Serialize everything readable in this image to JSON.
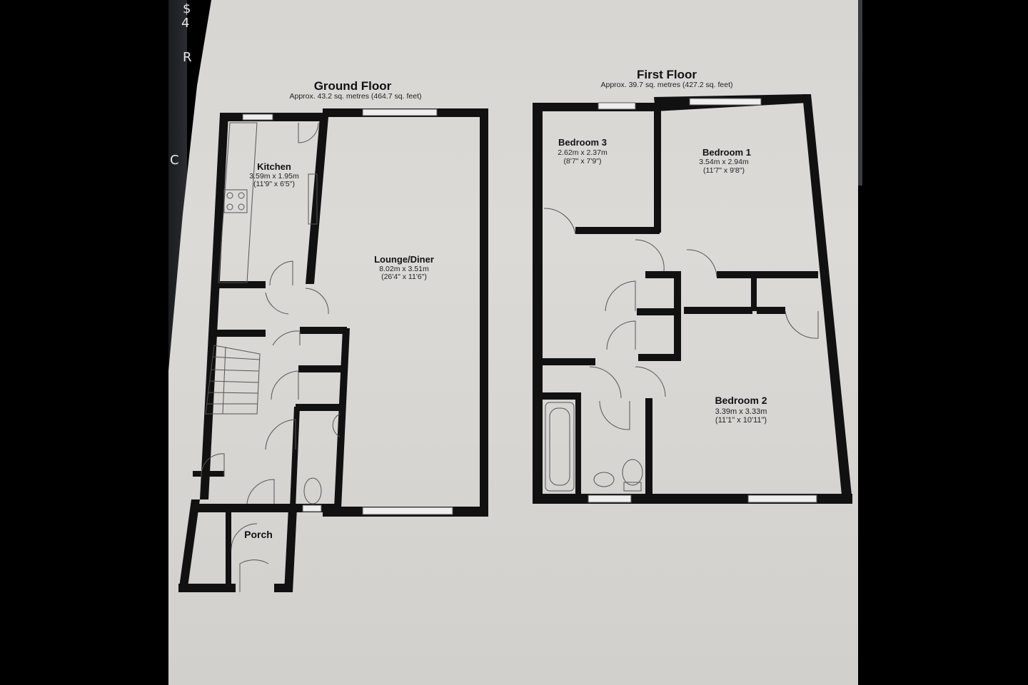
{
  "keyboard": {
    "keys": [
      "$",
      "4",
      "R",
      "C"
    ]
  },
  "ground_floor": {
    "title": "Ground Floor",
    "area": "Approx. 43.2 sq. metres (464.7 sq. feet)",
    "rooms": {
      "kitchen": {
        "name": "Kitchen",
        "metric": "3.59m x 1.95m",
        "imperial": "(11'9\" x 6'5\")"
      },
      "lounge": {
        "name": "Lounge/Diner",
        "metric": "8.02m x 3.51m",
        "imperial": "(26'4\" x 11'6\")"
      },
      "porch": {
        "name": "Porch"
      }
    }
  },
  "first_floor": {
    "title": "First Floor",
    "area": "Approx. 39.7 sq. metres (427.2 sq. feet)",
    "rooms": {
      "bedroom3": {
        "name": "Bedroom 3",
        "metric": "2.62m x 2.37m",
        "imperial": "(8'7\" x 7'9\")"
      },
      "bedroom1": {
        "name": "Bedroom 1",
        "metric": "3.54m x 2.94m",
        "imperial": "(11'7\" x 9'8\")"
      },
      "bedroom2": {
        "name": "Bedroom 2",
        "metric": "3.39m x 3.33m",
        "imperial": "(11'1\" x 10'11\")"
      }
    }
  }
}
